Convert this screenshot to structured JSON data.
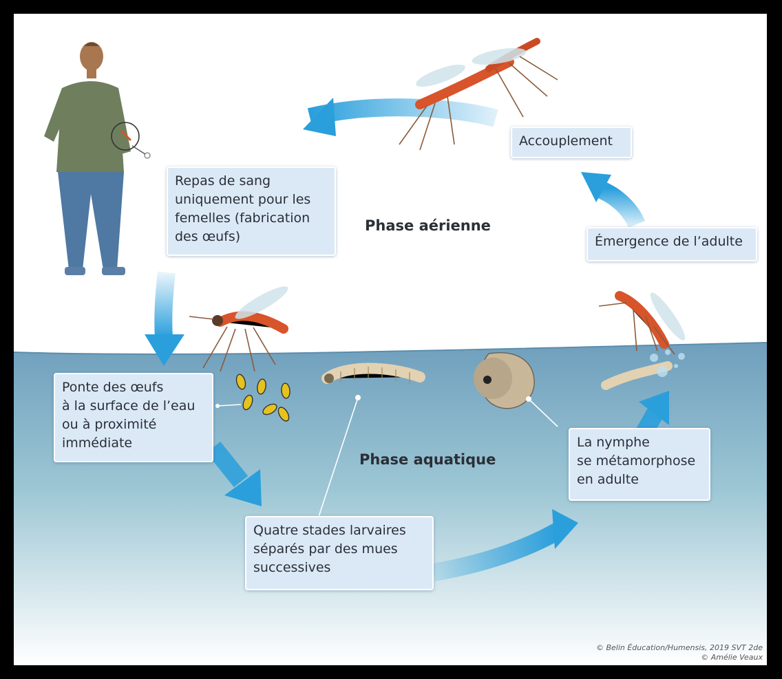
{
  "phases": {
    "aerial": "Phase aérienne",
    "aquatic": "Phase aquatique"
  },
  "steps": {
    "blood_meal": "Repas de sang\nuniquement pour les\nfemelles (fabrication\ndes œufs)",
    "egg_laying": "Ponte des œufs\nà la surface de l’eau\nou à proximité\nimmédiate",
    "larvae": "Quatre stades larvaires\nséparés par des mues\nsuccessives",
    "pupa": "La nymphe\nse métamorphose\nen adulte",
    "emergence": "Émergence de l’adulte",
    "mating": "Accouplement"
  },
  "credits": {
    "publisher": "© Belin Éducation/Humensis, 2019 SVT 2de",
    "illustrator": "© Amélie Veaux"
  },
  "colors": {
    "arrow": "#2a9fdc",
    "water": "#7fb0c8",
    "box_fill": "#dbe9f7",
    "mosquito": "#d8542a",
    "egg": "#e6c21f"
  },
  "icons": [
    "person-icon",
    "mosquito-icon",
    "egg-icon",
    "larva-icon",
    "pupa-icon",
    "cycle-arrow-icon"
  ]
}
